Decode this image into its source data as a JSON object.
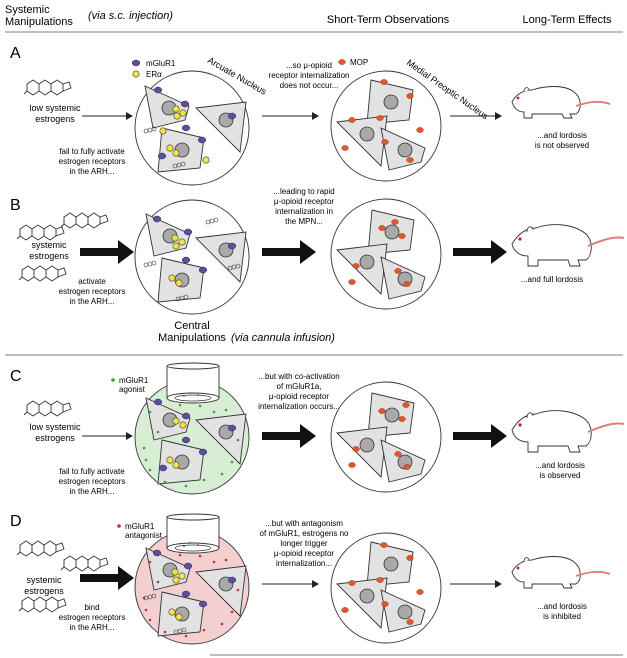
{
  "header": {
    "systemic_line1": "Systemic",
    "systemic_line2": "Manipulations",
    "systemic_note": "(via s.c. injection)",
    "short_term": "Short-Term Observations",
    "long_term": "Long-Term Effects"
  },
  "central_header": {
    "line1": "Central",
    "line2": "Manipulations",
    "note": "(via cannula infusion)"
  },
  "legend": {
    "mglur1": "mGluR1",
    "era": "ERα",
    "mop": "MOP",
    "agonist_1": "mGluR1",
    "agonist_2": "agonist",
    "antagonist_1": "mGluR1",
    "antagonist_2": "antagonist"
  },
  "regions": {
    "arcuate": "Arcuate Nucleus",
    "preoptic": "Medial Preoptic Nucleus"
  },
  "colors": {
    "mglur1": "#5b4f9e",
    "era": "#f2e43b",
    "mop": "#e2572a",
    "cell": "#e2e2e2",
    "nucleus": "#a9a9a9",
    "agonist_bg": "#d8eed4",
    "agonist_dot": "#3f9b3f",
    "antagonist_bg": "#f3cfcf",
    "antagonist_dot": "#c23232",
    "rat_tail": "#e27a82",
    "rat_eye": "#c41f1f"
  },
  "rows": [
    {
      "letter": "A",
      "estrogen_1": "low systemic",
      "estrogen_2": "estrogens",
      "cause_1": "fail to fully activate",
      "cause_2": "estrogen receptors",
      "cause_3": "in the ARH...",
      "mid_1": "...so μ-opioid",
      "mid_2": "receptor internalization",
      "mid_3": "does not occur...",
      "mid_4": "",
      "effect_1": "...and lordosis",
      "effect_2": "is not observed"
    },
    {
      "letter": "B",
      "estrogen_1": "systemic",
      "estrogen_2": "estrogens",
      "cause_1": "activate",
      "cause_2": "estrogen receptors",
      "cause_3": "in the ARH...",
      "mid_1": "...leading to rapid",
      "mid_2": "μ-opioid receptor",
      "mid_3": "internalization in",
      "mid_4": "the MPN...",
      "effect_1": "...and full lordosis",
      "effect_2": ""
    },
    {
      "letter": "C",
      "estrogen_1": "low systemic",
      "estrogen_2": "estrogens",
      "cause_1": "fail to fully activate",
      "cause_2": "estrogen receptors",
      "cause_3": "in the ARH...",
      "mid_1": "...but with co-activation",
      "mid_2": "of mGluR1a,",
      "mid_3": "μ-opioid receptor",
      "mid_4": "internalization occurs...",
      "effect_1": "...and lordosis",
      "effect_2": "is observed"
    },
    {
      "letter": "D",
      "estrogen_1": "systemic",
      "estrogen_2": "estrogens",
      "cause_1": "bind",
      "cause_2": "estrogen receptors",
      "cause_3": "in the ARH...",
      "mid_1": "...but with antagonism",
      "mid_2": "of mGluR1, estrogens no",
      "mid_3": "longer trigger",
      "mid_4": "μ-opioid receptor",
      "mid_5": "internalization...",
      "effect_1": "...and lordosis",
      "effect_2": "is inhibited"
    }
  ]
}
